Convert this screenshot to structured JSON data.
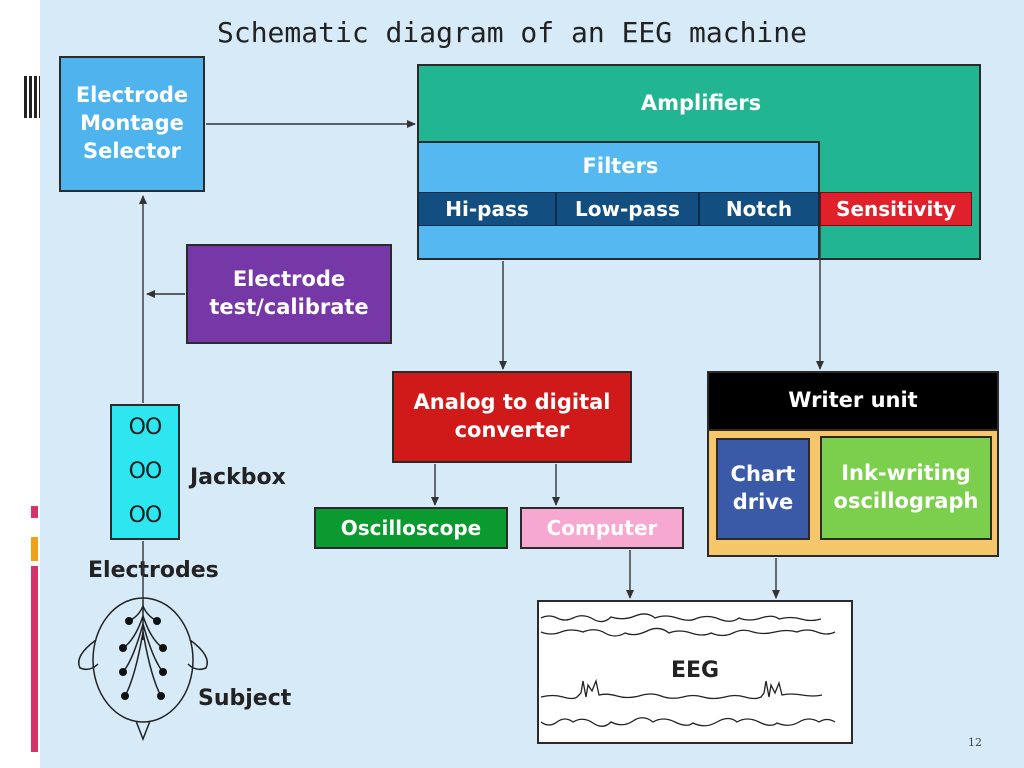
{
  "title": "Schematic diagram of an EEG machine",
  "page_number": "12",
  "blocks": {
    "montage_selector": "Electrode Montage Selector",
    "amplifiers": "Amplifiers",
    "filters": "Filters",
    "hi_pass": "Hi-pass",
    "low_pass": "Low-pass",
    "notch": "Notch",
    "sensitivity": "Sensitivity",
    "test_calibrate": "Electrode test/calibrate",
    "adc": "Analog to digital converter",
    "writer_unit": "Writer unit",
    "chart_drive": "Chart drive",
    "ink_oscillograph": "Ink-writing oscillograph",
    "oscilloscope": "Oscilloscope",
    "computer": "Computer",
    "eeg": "EEG"
  },
  "labels": {
    "jackbox": "Jackbox",
    "electrodes": "Electrodes",
    "subject": "Subject"
  },
  "jackbox_jack": "OO",
  "colors": {
    "montage_selector": "#4fb3ee",
    "amplifiers": "#22b592",
    "filters": "#55b8f1",
    "filter_cell": "#124f80",
    "sensitivity": "#e0202a",
    "test_calibrate": "#7638a7",
    "adc": "#d01a1a",
    "writer_unit": "#000000",
    "writer_frame": "#f5c66a",
    "chart_drive": "#3a5aa8",
    "ink_oscillograph": "#7bcf4d",
    "oscilloscope": "#0a9a2f",
    "computer": "#f7a8d0",
    "jackbox": "#2ee6f0",
    "eeg_paper": "#ffffff",
    "side_bar_pink": "#d6336c",
    "side_bar_orange": "#f0a21a"
  }
}
